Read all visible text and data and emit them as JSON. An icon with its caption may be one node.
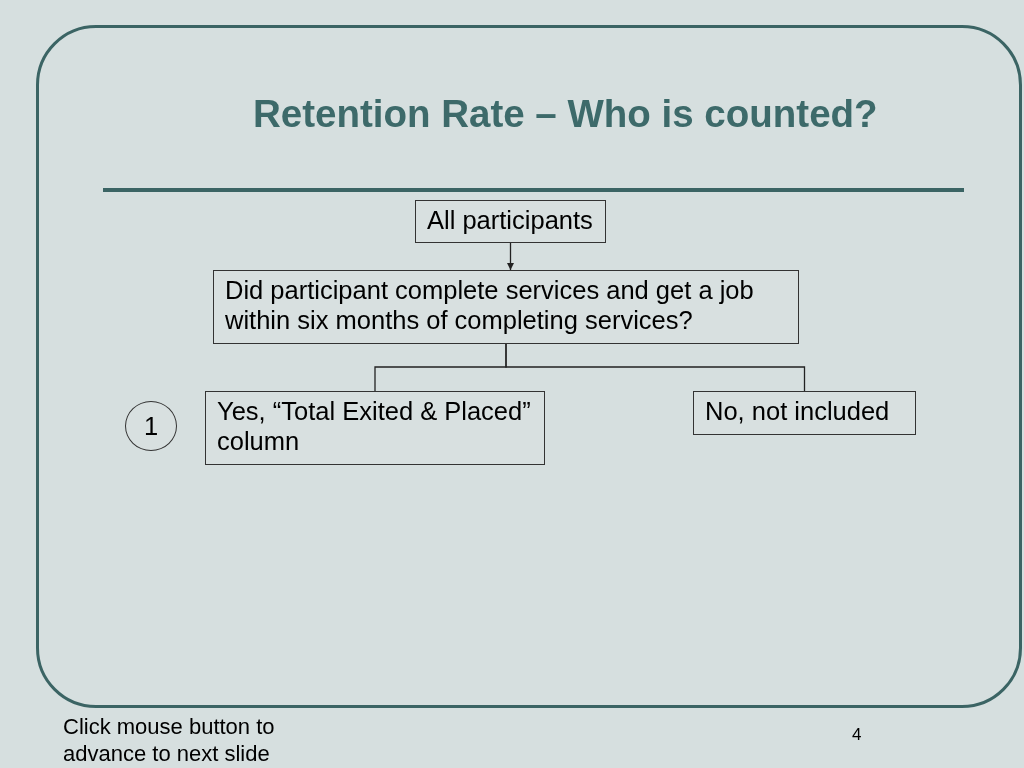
{
  "diagram": {
    "title": "Retention Rate – Who is counted?",
    "nodes": [
      {
        "text": [
          "All participants"
        ]
      },
      {
        "text": [
          "Did participant complete services and get a job within six months of completing services?"
        ]
      },
      {
        "text": [
          "1"
        ]
      },
      {
        "text": [
          "Yes, “Total Exited & Placed” column"
        ]
      },
      {
        "text": [
          "No, not included"
        ]
      }
    ],
    "edges": [
      {
        "from": 0,
        "to": 1,
        "arrow": "to"
      },
      {
        "from": 1,
        "to": 3,
        "arrow": "none"
      },
      {
        "from": 1,
        "to": 4,
        "arrow": "none"
      }
    ],
    "labels": [
      "Click mouse button to advance to next slide",
      "4"
    ]
  }
}
